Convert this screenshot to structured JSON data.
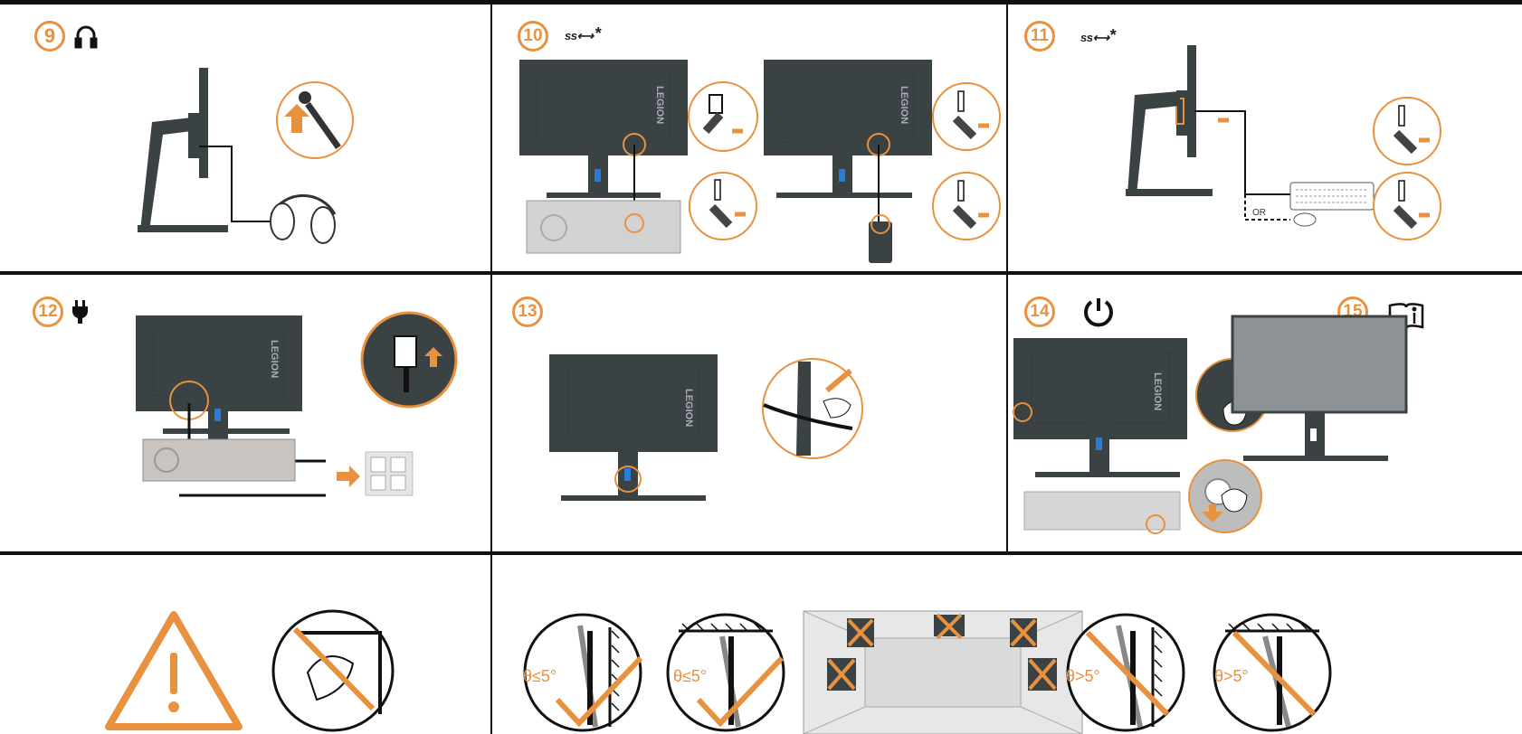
{
  "steps": {
    "s9": {
      "number": "9"
    },
    "s10": {
      "number": "10",
      "usb_mark": "ss⟷",
      "asterisk": "*"
    },
    "s11": {
      "number": "11",
      "usb_mark": "ss⟷",
      "asterisk": "*"
    },
    "s12": {
      "number": "12"
    },
    "s13": {
      "number": "13"
    },
    "s14": {
      "number": "14"
    },
    "s15": {
      "number": "15"
    }
  },
  "labels": {
    "brand": "LEGION",
    "or": "OR",
    "tilt_ok_1": "θ≤5°",
    "tilt_ok_2": "θ≤5°",
    "tilt_bad_1": "θ>5°",
    "tilt_bad_2": "θ>5°",
    "theta": "θ"
  },
  "colors": {
    "accent": "#e8913f",
    "monitor": "#3a4244",
    "frame": "#111111"
  },
  "icons": [
    "headphone-icon",
    "usb-icon",
    "plug-icon",
    "power-icon",
    "manual-info-icon",
    "warning-icon"
  ]
}
